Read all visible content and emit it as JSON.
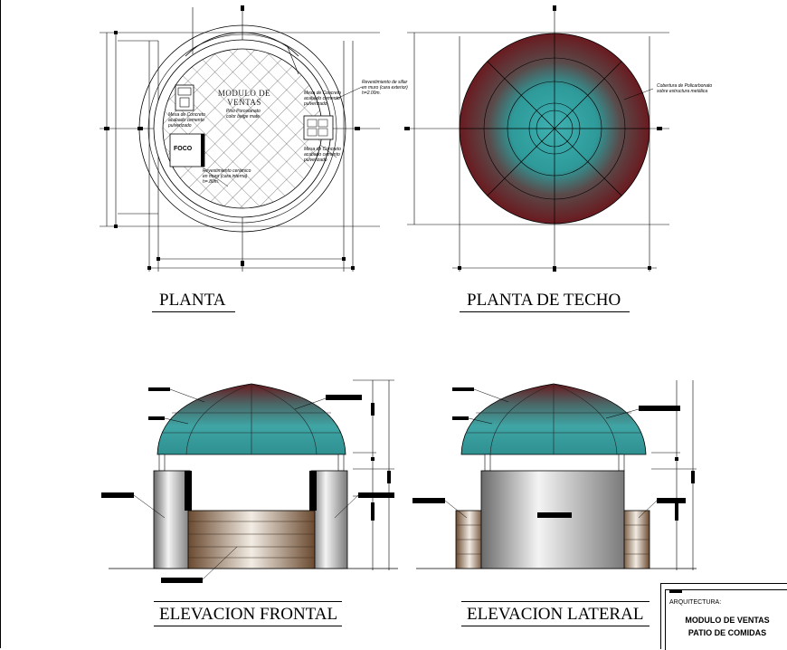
{
  "drawing": {
    "views": {
      "plan": "PLANTA",
      "roof_plan": "PLANTA DE TECHO",
      "front_elevation": "ELEVACION FRONTAL",
      "side_elevation": "ELEVACION LATERAL"
    },
    "plan_labels": {
      "module_line1": "MODULO DE",
      "module_line2": "VENTAS",
      "floor_note_1": "Piso Porcelanato",
      "floor_note_2": "color beige mate",
      "counter_left_1": "Mesa de Concreto",
      "counter_left_2": "acabado cemento",
      "counter_left_3": "pulverizado",
      "counter_right_1": "Mesa de Concreto",
      "counter_right_2": "acabado cemento",
      "counter_right_3": "pulverizado",
      "counter_right2_1": "Mesa de Concreto",
      "counter_right2_2": "acabado cemento",
      "counter_right2_3": "pulverizado",
      "wall_note_1": "Revestimiento de sillar",
      "wall_note_2": "en muro (cara exterior)",
      "wall_note_3": "h=2.00m.",
      "bottom_note_1": "Revestimiento cerámico",
      "bottom_note_2": "en muro (cara interna)",
      "bottom_note_3": "h=.80m.",
      "fridge_label": "FOCO"
    },
    "roof_labels": {
      "cover_1": "Cobertura de Policarbonato",
      "cover_2": "sobre estructura metálica"
    },
    "title_block": {
      "label": "ARQUITECTURA:",
      "line1": "MODULO DE VENTAS",
      "line2": "PATIO DE COMIDAS"
    },
    "colors": {
      "teal": "#3fa5a5",
      "maroon": "#6a1a1f",
      "wood": "#8a6a4a",
      "line": "#000000"
    }
  }
}
